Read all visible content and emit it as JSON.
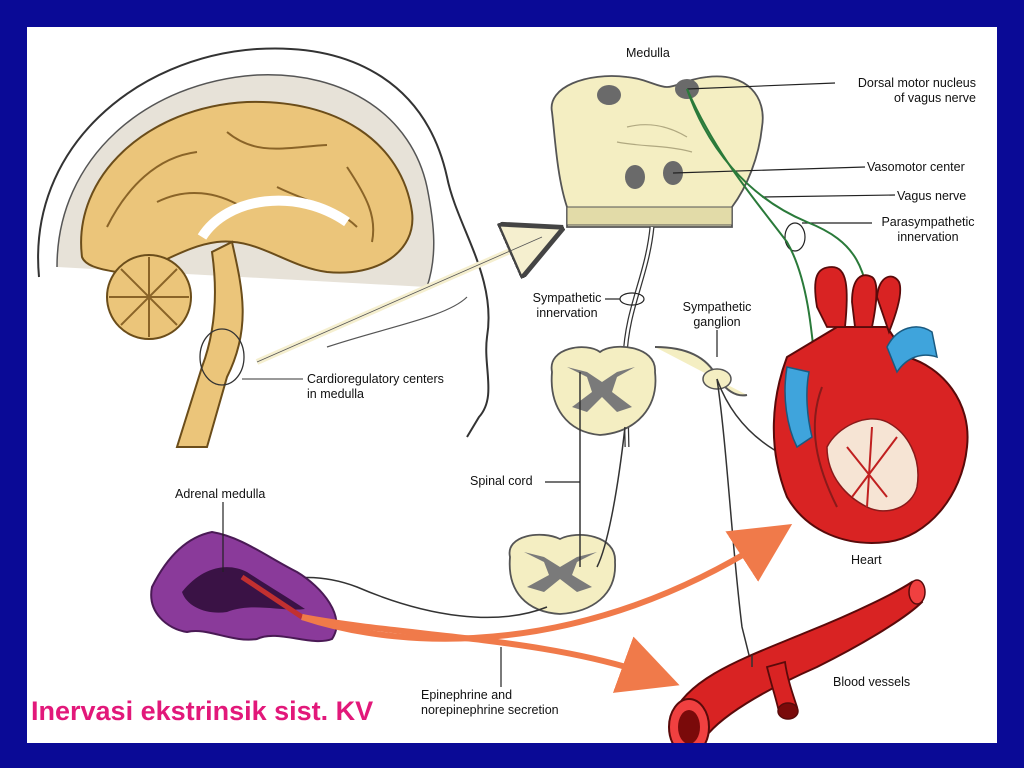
{
  "caption": "Inervasi ekstrinsik sist. KV",
  "labels": {
    "medulla": "Medulla",
    "dorsal_motor_1": "Dorsal motor nucleus",
    "dorsal_motor_2": "of vagus nerve",
    "vasomotor": "Vasomotor center",
    "vagus": "Vagus nerve",
    "parasympathetic_1": "Parasympathetic",
    "parasympathetic_2": "innervation",
    "sympathetic_innervation_1": "Sympathetic",
    "sympathetic_innervation_2": "innervation",
    "sympathetic_ganglion_1": "Sympathetic",
    "sympathetic_ganglion_2": "ganglion",
    "cardioregulatory_1": "Cardioregulatory centers",
    "cardioregulatory_2": "in medulla",
    "spinal_cord": "Spinal cord",
    "adrenal_medulla": "Adrenal medulla",
    "heart": "Heart",
    "blood_vessels": "Blood vessels",
    "epinephrine_1": "Epinephrine and",
    "epinephrine_2": "norepinephrine secretion"
  },
  "colors": {
    "border": "#0a0a96",
    "caption": "#e2187a",
    "brain": "#ebc57a",
    "medulla_tissue": "#f4eec2",
    "heart_red": "#d92323",
    "vessel_blue": "#3fa4dc",
    "adrenal": "#8a3a9a",
    "vagus_green": "#2a7a3a"
  }
}
